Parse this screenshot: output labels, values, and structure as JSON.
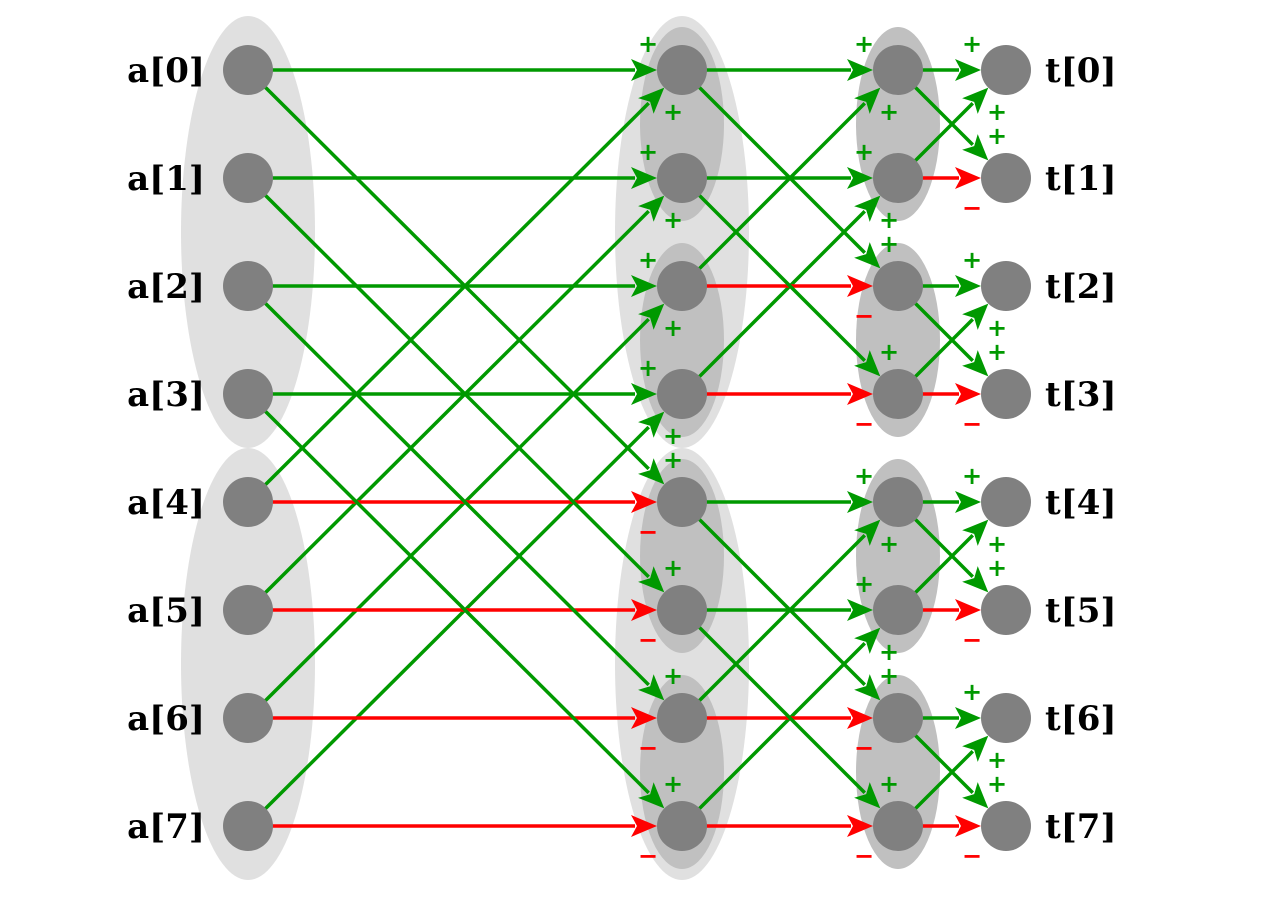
{
  "title": "Fast Walsh-Hadamard transform butterfly diagram",
  "colors": {
    "plus": "#009900",
    "minus": "#ff0000",
    "node": "#808080",
    "group_light": "#e0e0e0",
    "group_dark": "#c0c0c0"
  },
  "input_labels": [
    "a[0]",
    "a[1]",
    "a[2]",
    "a[3]",
    "a[4]",
    "a[5]",
    "a[6]",
    "a[7]"
  ],
  "output_labels": [
    "t[0]",
    "t[1]",
    "t[2]",
    "t[3]",
    "t[4]",
    "t[5]",
    "t[6]",
    "t[7]"
  ],
  "sign_symbols": {
    "plus": "+",
    "minus": "−"
  },
  "stages": [
    {
      "span": 4
    },
    {
      "span": 2
    },
    {
      "span": 1
    }
  ],
  "groups": [
    {
      "column": 0,
      "rows": [
        0,
        3
      ],
      "shade": "light"
    },
    {
      "column": 0,
      "rows": [
        4,
        7
      ],
      "shade": "light"
    },
    {
      "column": 1,
      "rows": [
        0,
        3
      ],
      "shade": "light"
    },
    {
      "column": 1,
      "rows": [
        4,
        7
      ],
      "shade": "light"
    },
    {
      "column": 1,
      "rows": [
        0,
        1
      ],
      "shade": "dark"
    },
    {
      "column": 1,
      "rows": [
        2,
        3
      ],
      "shade": "dark"
    },
    {
      "column": 1,
      "rows": [
        4,
        5
      ],
      "shade": "dark"
    },
    {
      "column": 1,
      "rows": [
        6,
        7
      ],
      "shade": "dark"
    },
    {
      "column": 2,
      "rows": [
        0,
        1
      ],
      "shade": "dark"
    },
    {
      "column": 2,
      "rows": [
        2,
        3
      ],
      "shade": "dark"
    },
    {
      "column": 2,
      "rows": [
        4,
        5
      ],
      "shade": "dark"
    },
    {
      "column": 2,
      "rows": [
        6,
        7
      ],
      "shade": "dark"
    }
  ]
}
